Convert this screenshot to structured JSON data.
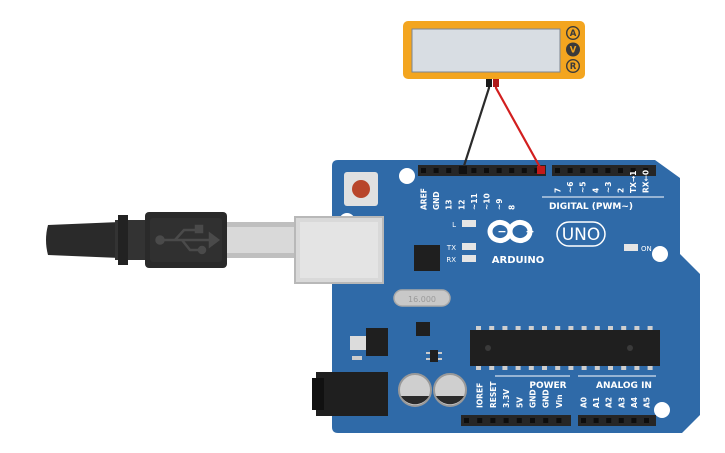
{
  "board": {
    "logo_text": "ARDUINO",
    "model_text": "UNO",
    "on_label": "ON",
    "l_label": "L",
    "tx_label": "TX",
    "rx_label": "RX",
    "crystal_label": "16.000",
    "digital_label": "DIGITAL (PWM~)",
    "power_label": "POWER",
    "analog_label": "ANALOG IN",
    "top_pins": [
      "AREF",
      "GND",
      "13",
      "12",
      "~11",
      "~10",
      "~9",
      "8",
      "7",
      "~6",
      "~5",
      "4",
      "~3",
      "2",
      "TX→1",
      "RX←0"
    ],
    "power_pins": [
      "IOREF",
      "RESET",
      "3.3V",
      "5V",
      "GND",
      "GND",
      "Vin"
    ],
    "analog_pins": [
      "A0",
      "A1",
      "A2",
      "A3",
      "A4",
      "A5"
    ],
    "colors": {
      "pcb": "#2f6aa8",
      "header": "#262626",
      "silk": "#ffffff"
    }
  },
  "multimeter": {
    "modes": [
      "A",
      "V",
      "R"
    ],
    "colors": {
      "body": "#f3a51f",
      "screen": "#d8dde3"
    }
  },
  "wires": {
    "colors": {
      "black": "#2b2b2b",
      "red": "#d21f1f"
    }
  },
  "usb_cable": {
    "icon": "usb-icon",
    "colors": {
      "body": "#2a2a2a",
      "plug": "#d9d9d9"
    }
  }
}
